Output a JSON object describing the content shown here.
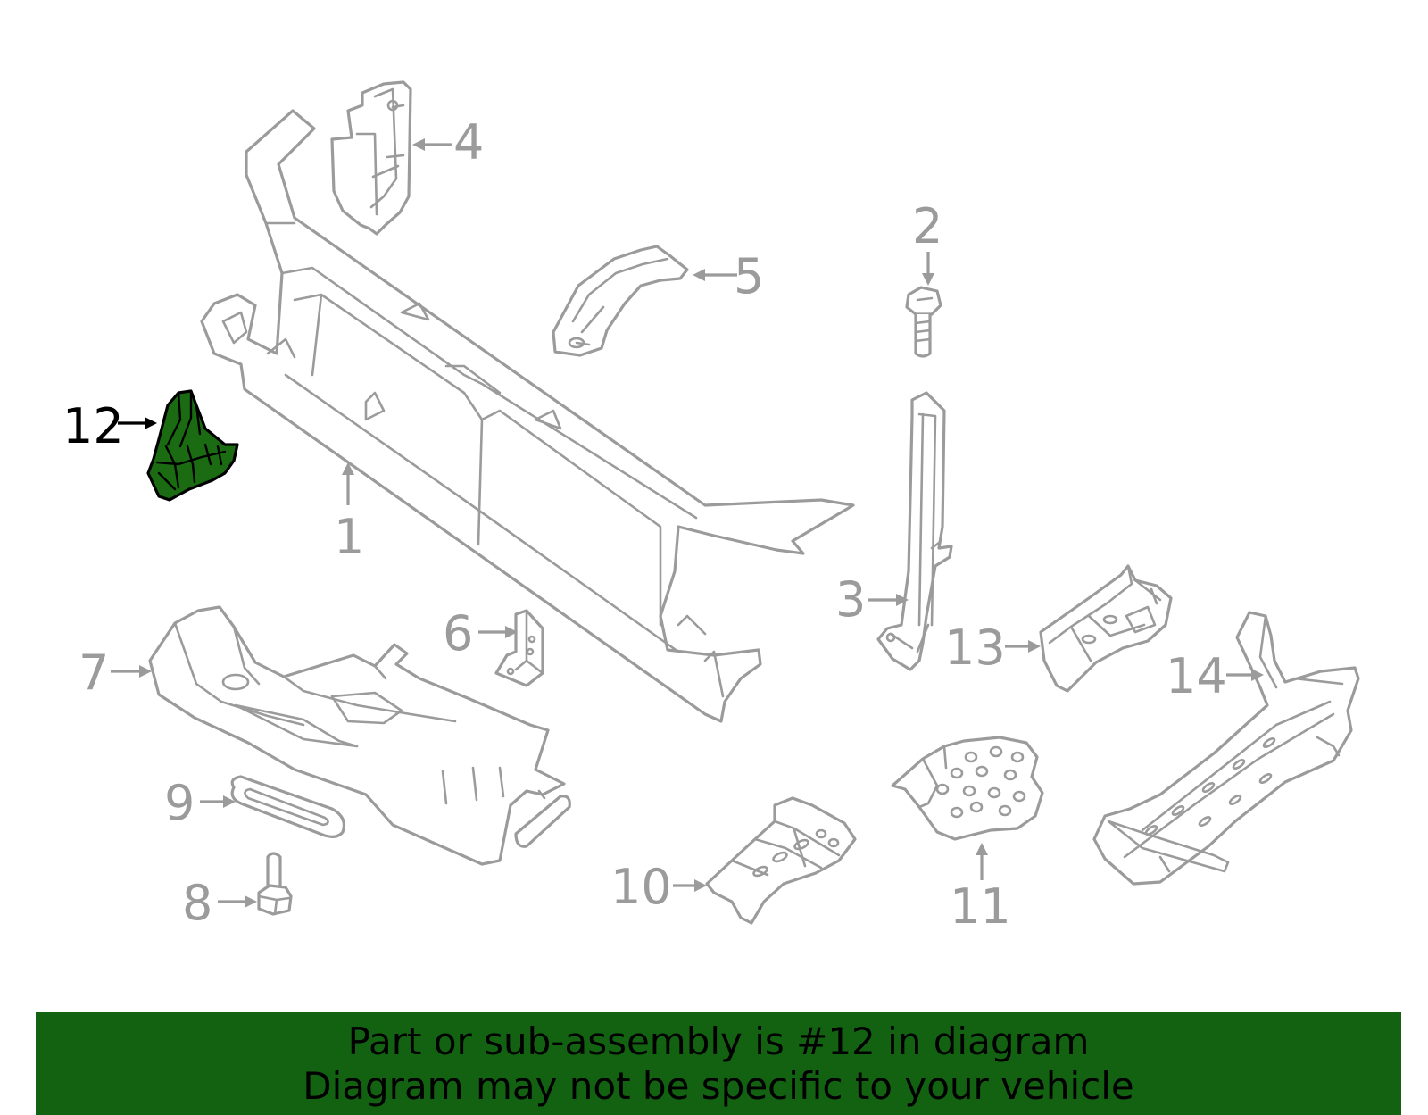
{
  "diagram": {
    "highlighted_part": "12",
    "callouts": [
      "1",
      "2",
      "3",
      "4",
      "5",
      "6",
      "7",
      "8",
      "9",
      "10",
      "11",
      "12",
      "13",
      "14"
    ]
  },
  "colors": {
    "highlight_fill": "#1a6b12",
    "banner_background": "#136212",
    "part_stroke": "#9b9b9b",
    "text_highlight": "#000000"
  },
  "banner": {
    "line1": "Part or sub-assembly is #12 in diagram",
    "line2": "Diagram may not be specific to your vehicle"
  }
}
